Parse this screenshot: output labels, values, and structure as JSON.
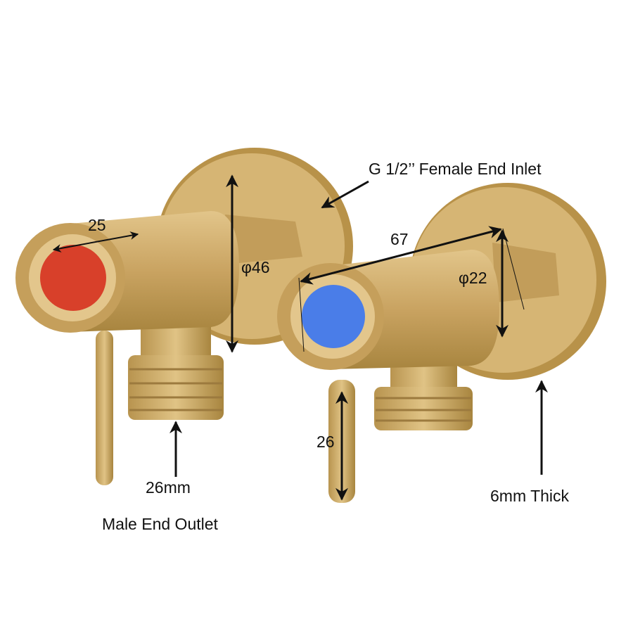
{
  "colors": {
    "gold": "#c9a361",
    "gold_dark": "#9c7a3e",
    "gold_light": "#dfbf80",
    "red": "#d8402a",
    "blue": "#4a7de8",
    "arrow": "#111111"
  },
  "labels": {
    "width_25": "25",
    "plate_diameter": "φ46",
    "inlet": "G 1/2’’ Female End Inlet",
    "length_67": "67",
    "body_diameter": "φ22",
    "lever_26": "26",
    "outlet_size": "26mm",
    "outlet": "Male End Outlet",
    "thickness": "6mm Thick"
  }
}
